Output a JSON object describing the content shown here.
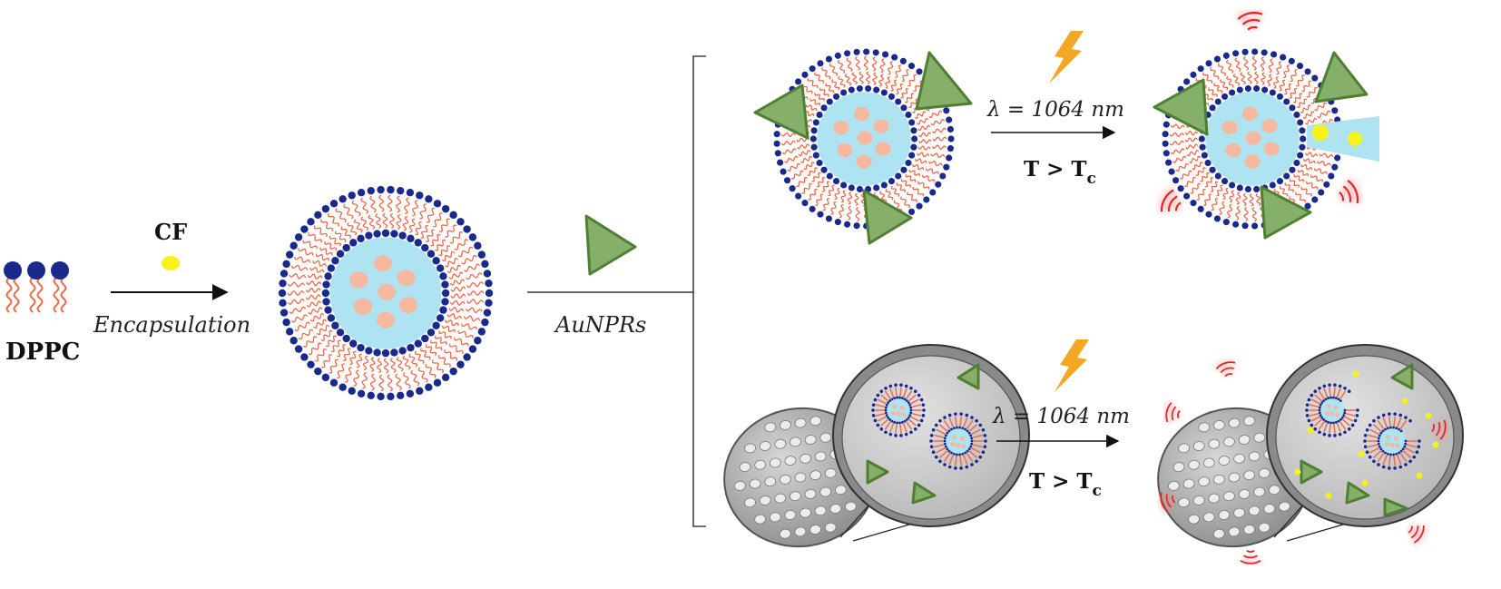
{
  "labels": {
    "dppc": "DPPC",
    "cf": "CF",
    "encapsulation": "Encapsulation",
    "aunprs": "AuNPRs",
    "wavelength_top": "λ = 1064 nm",
    "wavelength_bottom": "λ = 1064 nm",
    "condition_top_main": "T > T",
    "condition_top_sub": "c",
    "condition_bottom_main": "T > T",
    "condition_bottom_sub": "c"
  },
  "colors": {
    "head": "#1a2a8c",
    "tail": "#ee6a4a",
    "core": "#aee3f2",
    "drug": "#f6b9a0",
    "cf_dot": "#f7f21a",
    "particle_fill": "#86b06a",
    "particle_stroke": "#4f7f32",
    "bolt": "#f5a623",
    "heat": "#e02424",
    "gel_dark": "#9a9a9a",
    "gel_light": "#cdcdcd"
  },
  "icons": [
    "lipid-molecule-icon",
    "liposome-icon",
    "gold-nanoprism-icon",
    "lightning-bolt-icon",
    "heat-wave-icon",
    "hydrogel-disc-icon"
  ]
}
